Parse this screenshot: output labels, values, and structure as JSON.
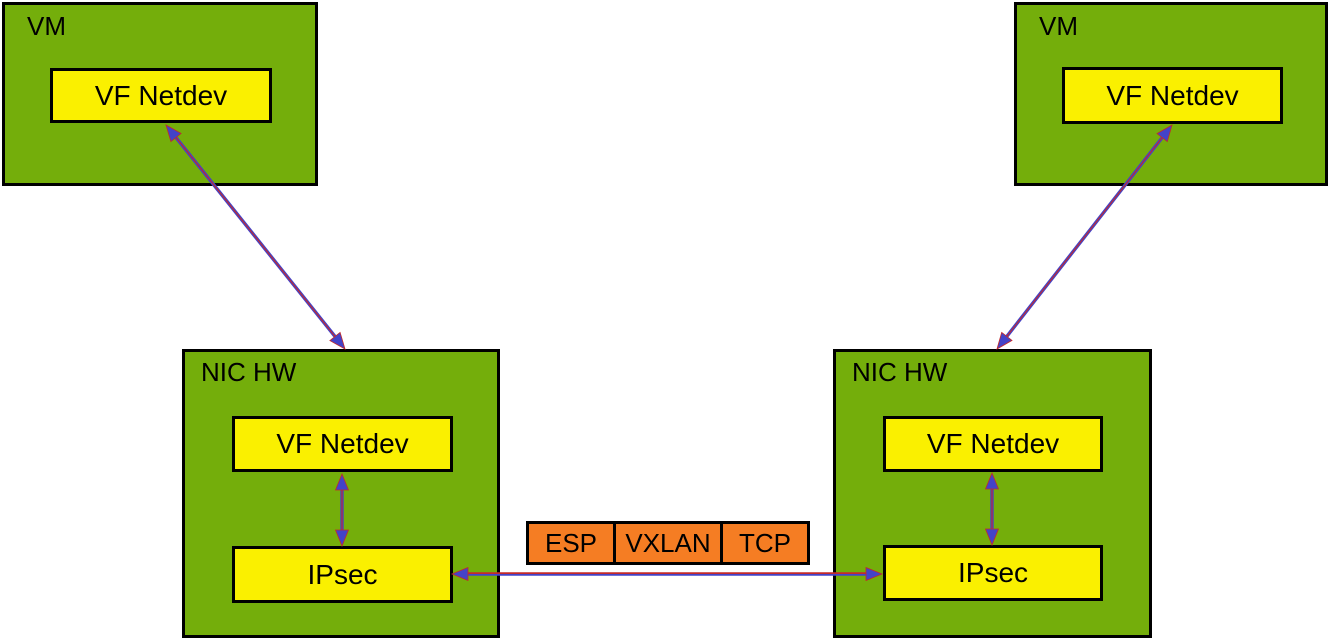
{
  "colors": {
    "box_green": "#74AE0B",
    "box_yellow": "#FAF000",
    "box_orange": "#F57D23",
    "border": "#000000",
    "arrow_blue": "#4343C8",
    "arrow_red": "#C42A2A",
    "text": "#000000",
    "background": "#FFFFFF"
  },
  "nodes": {
    "vm_left": {
      "title": "VM",
      "netdev_label": "VF Netdev"
    },
    "vm_right": {
      "title": "VM",
      "netdev_label": "VF Netdev"
    },
    "nic_left": {
      "title": "NIC HW",
      "netdev_label": "VF Netdev",
      "ipsec_label": "IPsec"
    },
    "nic_right": {
      "title": "NIC HW",
      "netdev_label": "VF Netdev",
      "ipsec_label": "IPsec"
    }
  },
  "packet": {
    "segments": [
      "ESP",
      "VXLAN",
      "TCP"
    ]
  }
}
